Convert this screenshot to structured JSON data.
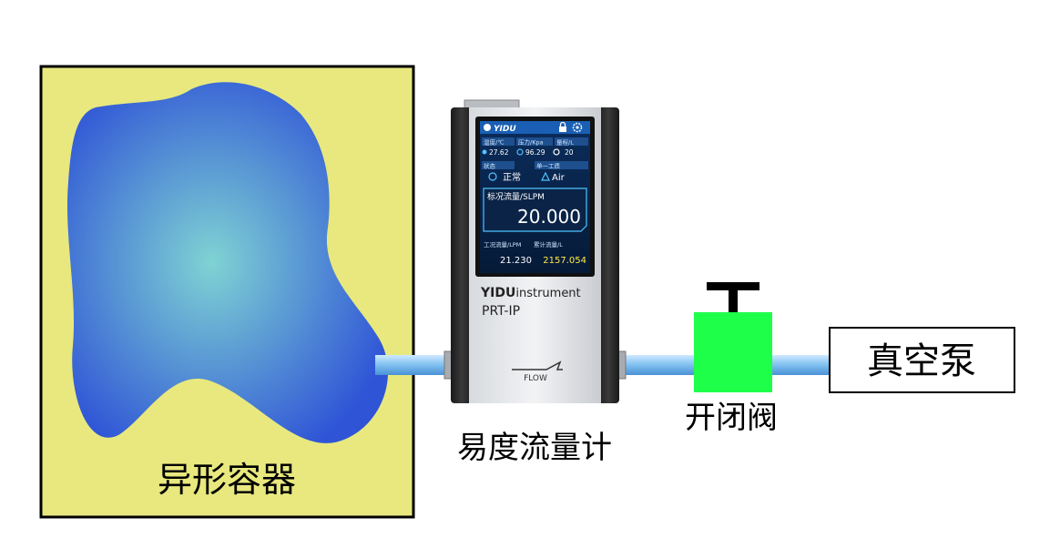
{
  "labels": {
    "container": "异形容器",
    "meter": "易度流量计",
    "valve": "开闭阀",
    "pump": "真空泵"
  },
  "device": {
    "brand_bold": "YIDU",
    "brand_light": "instrument",
    "model": "PRT-IP",
    "flow_label": "FLOW",
    "screen": {
      "logo": "YIDU",
      "col1_header": "温度/℃",
      "col2_header": "压力/Kpa",
      "col3_header": "量程/L",
      "col1_value": "27.62",
      "col2_value": "96.29",
      "col3_value": "20",
      "status_label": "状态",
      "mode_label": "单一工质",
      "status_value": "正常",
      "gas_value": "Air",
      "main_label": "标况流量/SLPM",
      "main_value": "20.000",
      "sub1_label": "工况流量/LPM",
      "sub2_label": "累计流量/L",
      "sub1_value": "21.230",
      "sub2_value": "2157.054"
    }
  },
  "colors": {
    "container_fill": "#e8e87e",
    "blob_inner": "#7fd3d3",
    "blob_outer": "#2f54d6",
    "valve": "#1eff4a",
    "pipe": "#86c4f2",
    "screen_bg": "#0a2a55",
    "screen_accent": "#4fc3ff",
    "value_yellow": "#ffe94a"
  }
}
